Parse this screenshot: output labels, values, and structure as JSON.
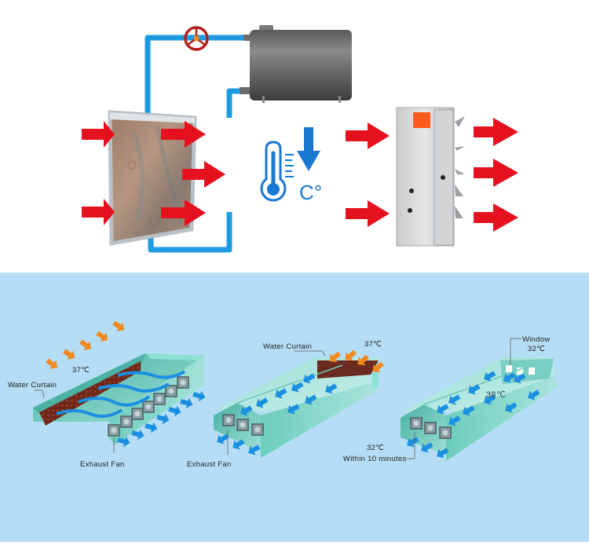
{
  "colors": {
    "pipe": "#1d9be0",
    "arrow_hot": "#e5111e",
    "arrow_warm": "#f08a1e",
    "arrow_cool": "#1b8fe0",
    "thermo": "#1a78d2",
    "panel_bg": "#b5ddf5",
    "house": "#5cc3b5"
  },
  "top_diagram": {
    "icons": [
      "cooling-pad",
      "water-tank",
      "valve",
      "thermometer",
      "down-arrow",
      "exhaust-fan"
    ],
    "temperature_symbol": "C°"
  },
  "scenes": [
    {
      "name": "water-curtain-side",
      "temp_outside": "37℃",
      "curtain_label": "Water Curtain",
      "fan_label": "Exhaust Fan"
    },
    {
      "name": "water-curtain-end",
      "temp_outside": "37℃",
      "curtain_label": "Water Curtain",
      "fan_label": "Exhaust Fan"
    },
    {
      "name": "window-end",
      "window_label": "Window",
      "temp_window": "32℃",
      "temp_inside": "38℃",
      "temp_result": "32℃",
      "time_label": "Within 10 minutes"
    }
  ]
}
